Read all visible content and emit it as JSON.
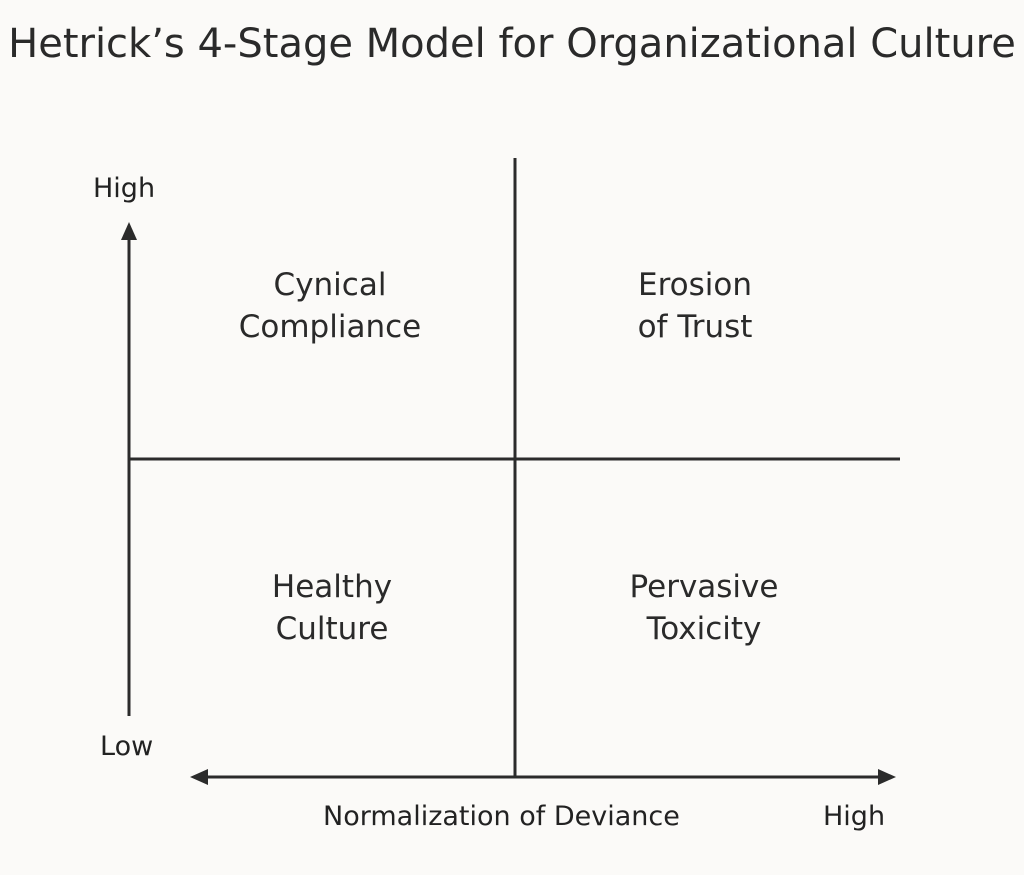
{
  "title": "Hetrick’s 4-Stage Model for Organizational Culture",
  "y_axis": {
    "high_label": "High",
    "low_label": "Low"
  },
  "x_axis": {
    "label": "Normalization of Deviance",
    "high_label": "High"
  },
  "quadrants": {
    "top_left": {
      "line1": "Cynical",
      "line2": "Compliance"
    },
    "top_right": {
      "line1": "Erosion",
      "line2": "of Trust"
    },
    "bottom_left": {
      "line1": "Healthy",
      "line2": "Culture"
    },
    "bottom_right": {
      "line1": "Pervasive",
      "line2": "Toxicity"
    }
  },
  "colors": {
    "background": "#fbfaf8",
    "line": "#2b2b2b",
    "text": "#222222"
  }
}
